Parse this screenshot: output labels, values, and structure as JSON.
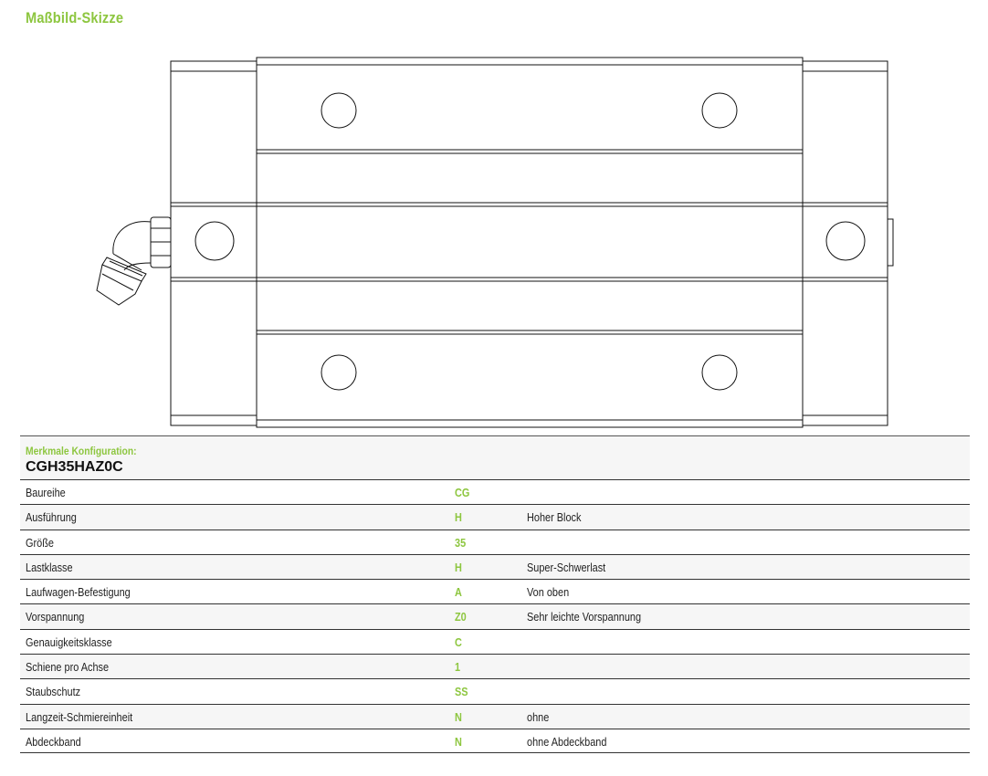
{
  "title": "Maßbild-Skizze",
  "drawing": {
    "stroke_color": "#111111",
    "fill_color": "#ffffff"
  },
  "config": {
    "label": "Merkmale Konfiguration:",
    "code": "CGH35HAZ0C",
    "accent_color": "#8dc63f",
    "rows": [
      {
        "name": "Baureihe",
        "value": "CG",
        "desc": ""
      },
      {
        "name": "Ausführung",
        "value": "H",
        "desc": "Hoher Block"
      },
      {
        "name": "Größe",
        "value": "35",
        "desc": ""
      },
      {
        "name": "Lastklasse",
        "value": "H",
        "desc": "Super-Schwerlast"
      },
      {
        "name": "Laufwagen-Befestigung",
        "value": "A",
        "desc": "Von oben"
      },
      {
        "name": "Vorspannung",
        "value": "Z0",
        "desc": "Sehr leichte Vorspannung"
      },
      {
        "name": "Genauigkeitsklasse",
        "value": "C",
        "desc": ""
      },
      {
        "name": "Schiene pro Achse",
        "value": "1",
        "desc": ""
      },
      {
        "name": "Staubschutz",
        "value": "SS",
        "desc": ""
      },
      {
        "name": "Langzeit-Schmiereinheit",
        "value": "N",
        "desc": "ohne"
      },
      {
        "name": "Abdeckband",
        "value": "N",
        "desc": "ohne Abdeckband"
      }
    ]
  }
}
